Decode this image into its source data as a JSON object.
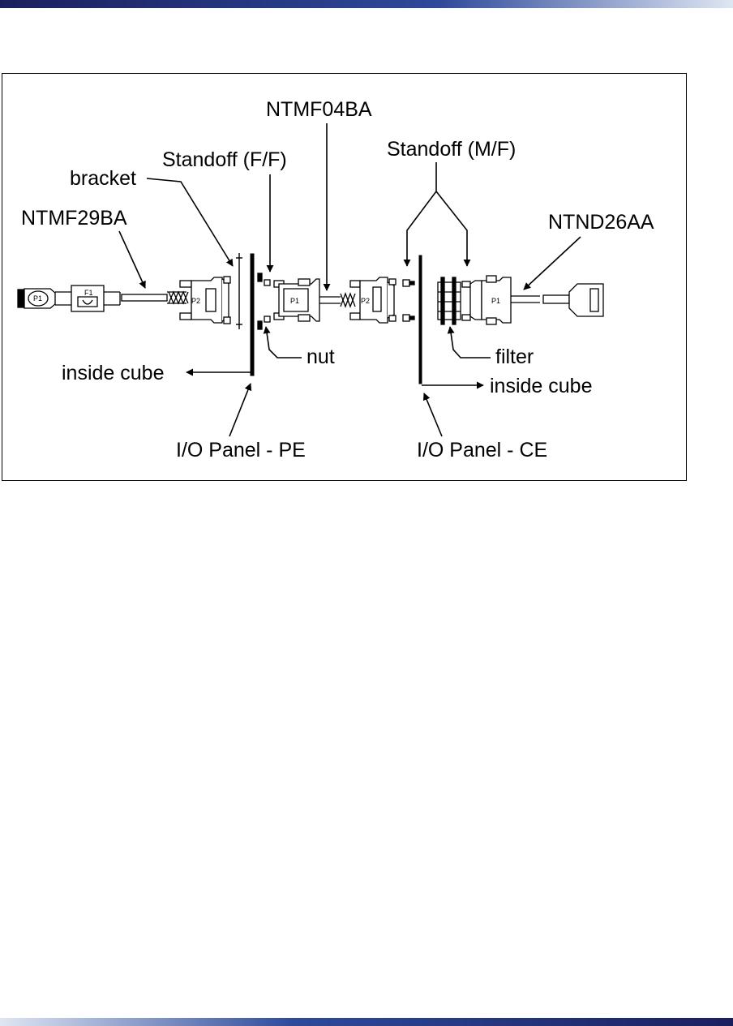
{
  "header_bar": {
    "color_from": "#1b1f5e",
    "color_mid": "#2e4a9a",
    "color_to": "#dfe6f3"
  },
  "footer_bar": {
    "color_from": "#dfe6f3",
    "color_mid": "#2e4a9a",
    "color_to": "#1b1f5e"
  },
  "diagram": {
    "labels": {
      "ntmf04ba": "NTMF04BA",
      "standoff_ff": "Standoff (F/F)",
      "standoff_mf": "Standoff (M/F)",
      "bracket": "bracket",
      "ntmf29ba": "NTMF29BA",
      "ntnd26aa": "NTND26AA",
      "nut": "nut",
      "filter": "filter",
      "inside_cube_left": "inside cube",
      "inside_cube_right": "inside cube",
      "io_panel_pe": "I/O Panel - PE",
      "io_panel_ce": "I/O Panel - CE"
    },
    "connector_labels": {
      "p1_left": "P1",
      "f1": "F1",
      "p2_a": "P2",
      "p1_mid": "P1",
      "p2_b": "P2",
      "p1_right": "P1"
    }
  }
}
